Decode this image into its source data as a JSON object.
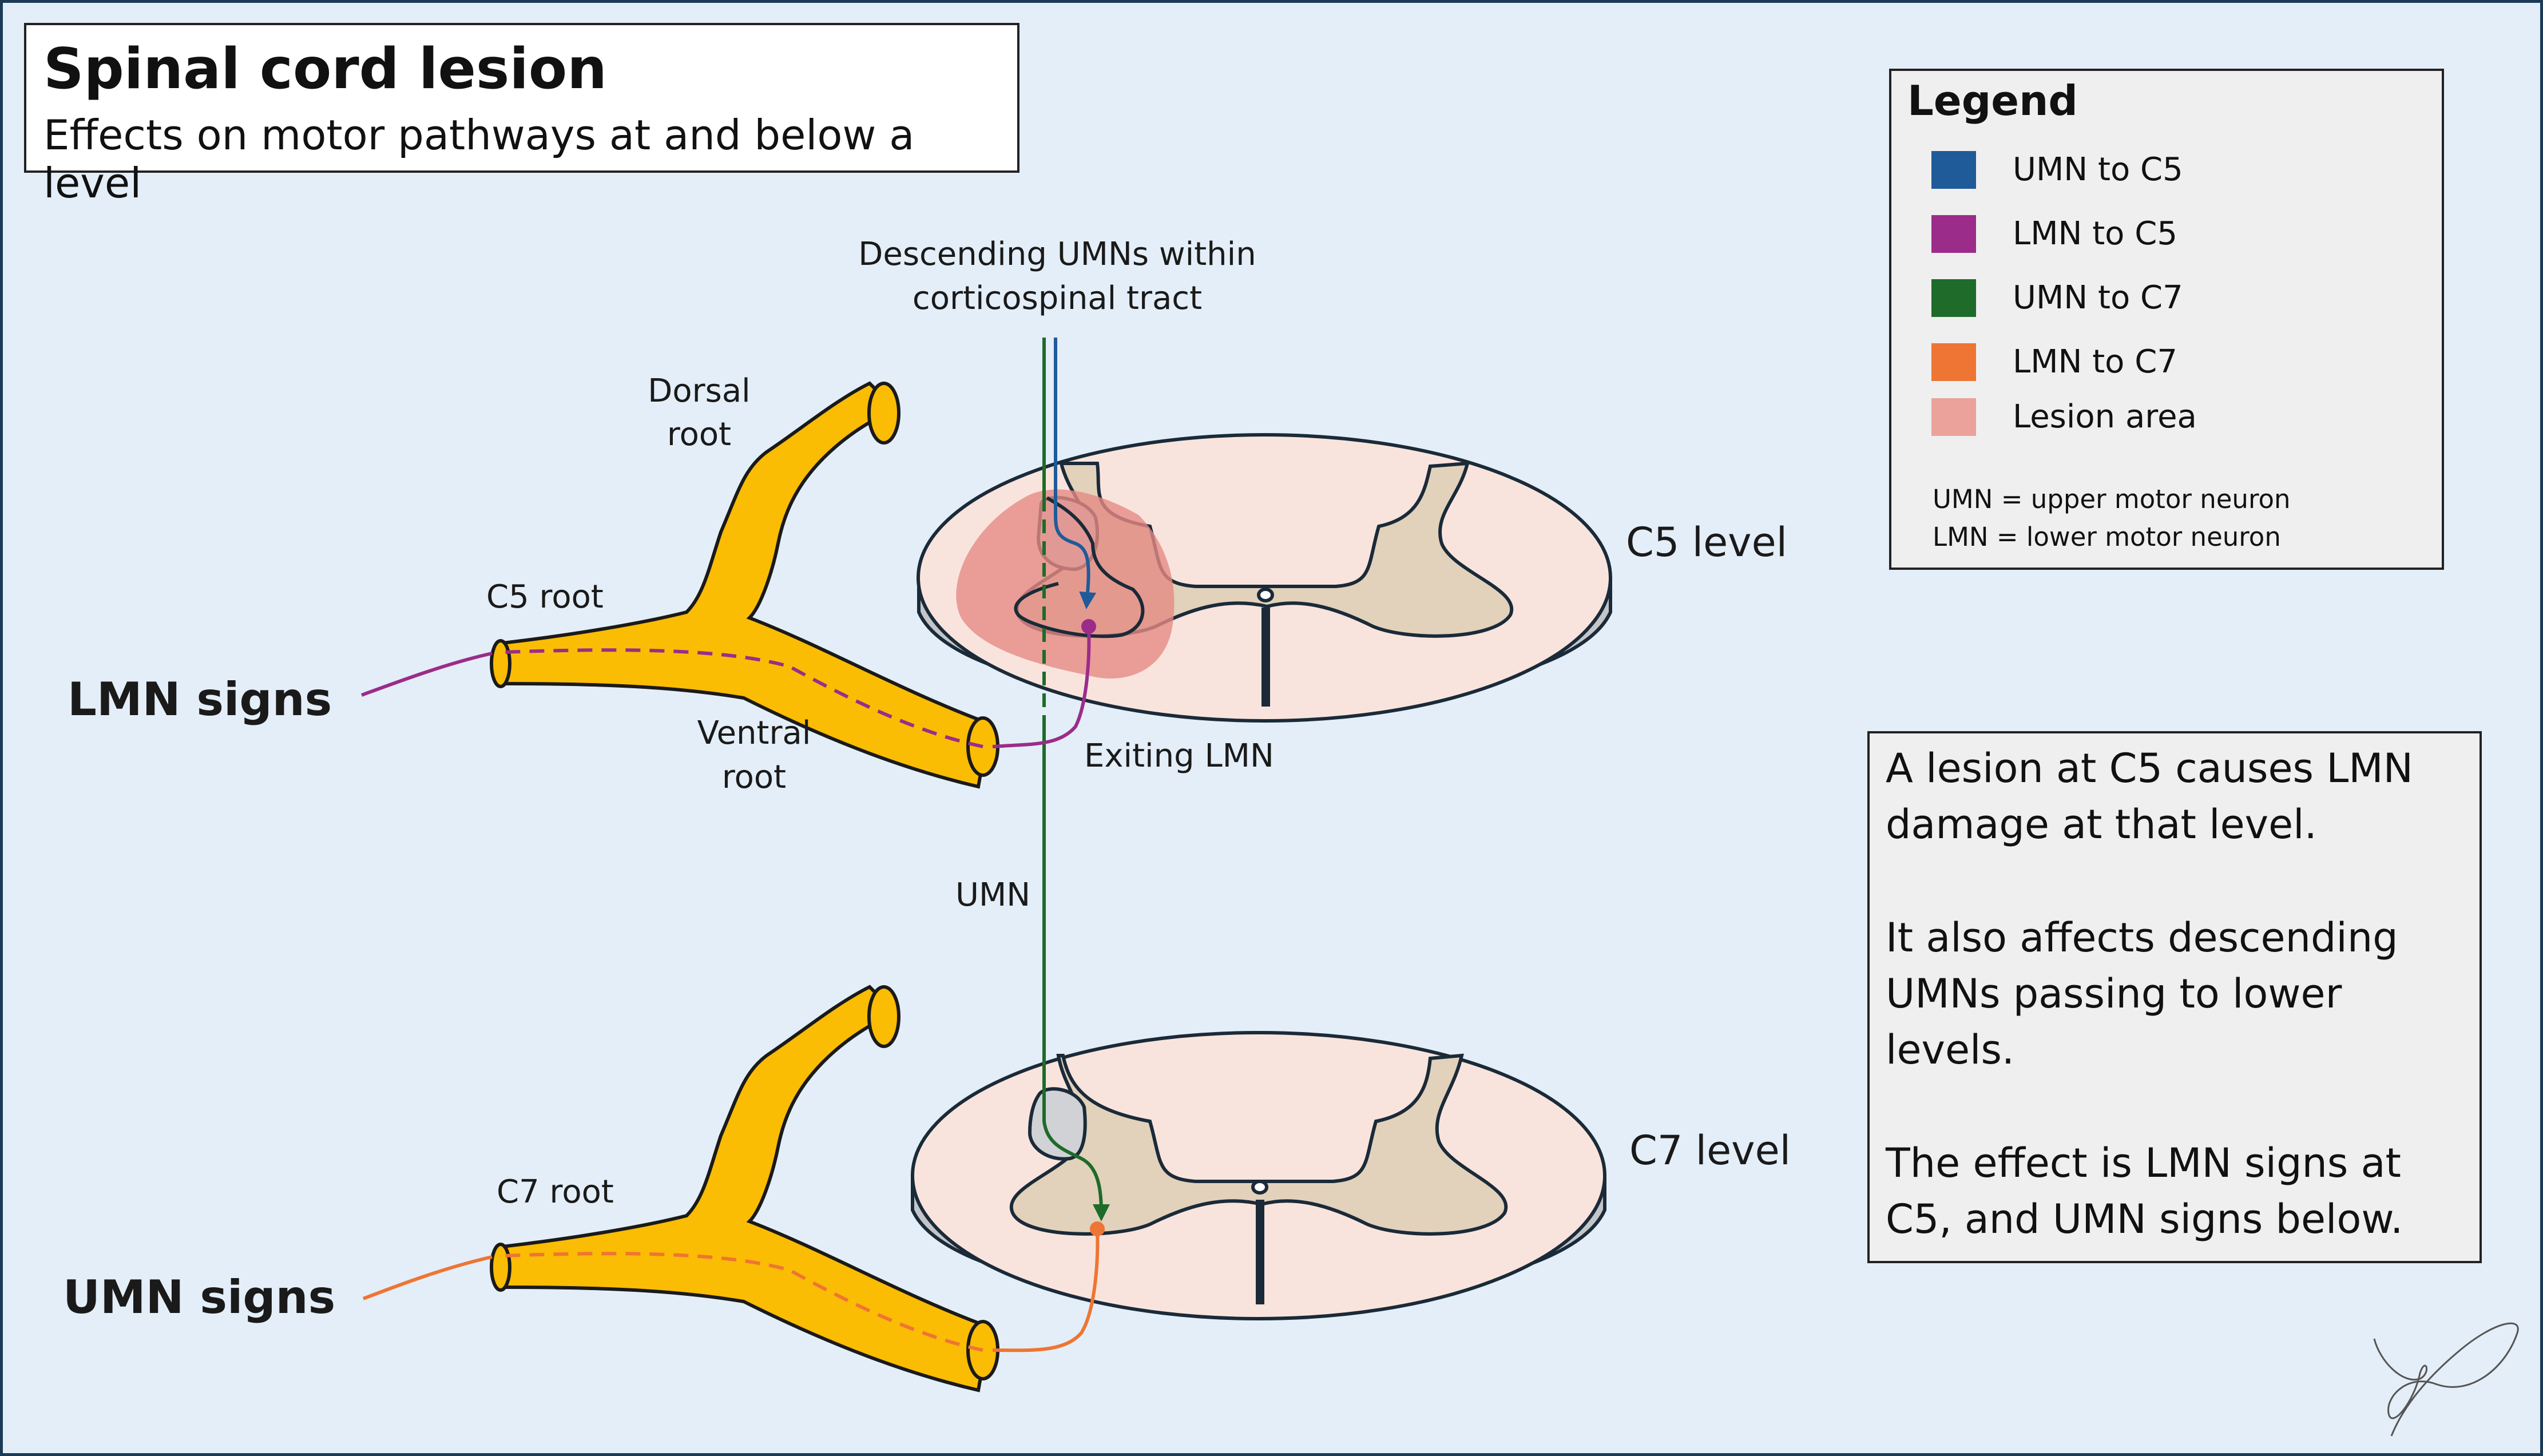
{
  "title": "Spinal cord lesion",
  "subtitle": "Effects on motor pathways at and below a level",
  "legend": {
    "title": "Legend",
    "items": [
      {
        "label": "UMN to C5",
        "color": "#1f5b99"
      },
      {
        "label": "LMN to C5",
        "color": "#9b2c8a"
      },
      {
        "label": "UMN to C7",
        "color": "#1e6b2a"
      },
      {
        "label": "LMN to C7",
        "color": "#ee7533"
      },
      {
        "label": "Lesion area",
        "color": "#eaa29b"
      }
    ],
    "abbr1": "UMN = upper motor neuron",
    "abbr2": "LMN = lower motor neuron"
  },
  "labels": {
    "descending_line1": "Descending UMNs within",
    "descending_line2": "corticospinal tract",
    "dorsal_root_line1": "Dorsal",
    "dorsal_root_line2": "root",
    "c5_root": "C5 root",
    "ventral_root_line1": "Ventral",
    "ventral_root_line2": "root",
    "exiting_lmn": "Exiting LMN",
    "umn": "UMN",
    "c5_level": "C5 level",
    "c7_level": "C7 level",
    "c7_root": "C7 root",
    "lmn_signs": "LMN signs",
    "umn_signs": "UMN signs"
  },
  "explanation": {
    "p1": "A lesion at C5 causes LMN damage at that level.",
    "p2": "It also affects descending UMNs passing to lower levels.",
    "p3": "The effect is LMN signs at C5, and UMN signs below."
  },
  "colors": {
    "background": "#e4eef8",
    "root_yellow": "#fbbc04",
    "cord_white_matter": "#f9e4dd",
    "cord_grey_matter": "#e2d1bb",
    "cord_side": "#c3c5c8",
    "tract": "#d0d2d6"
  }
}
